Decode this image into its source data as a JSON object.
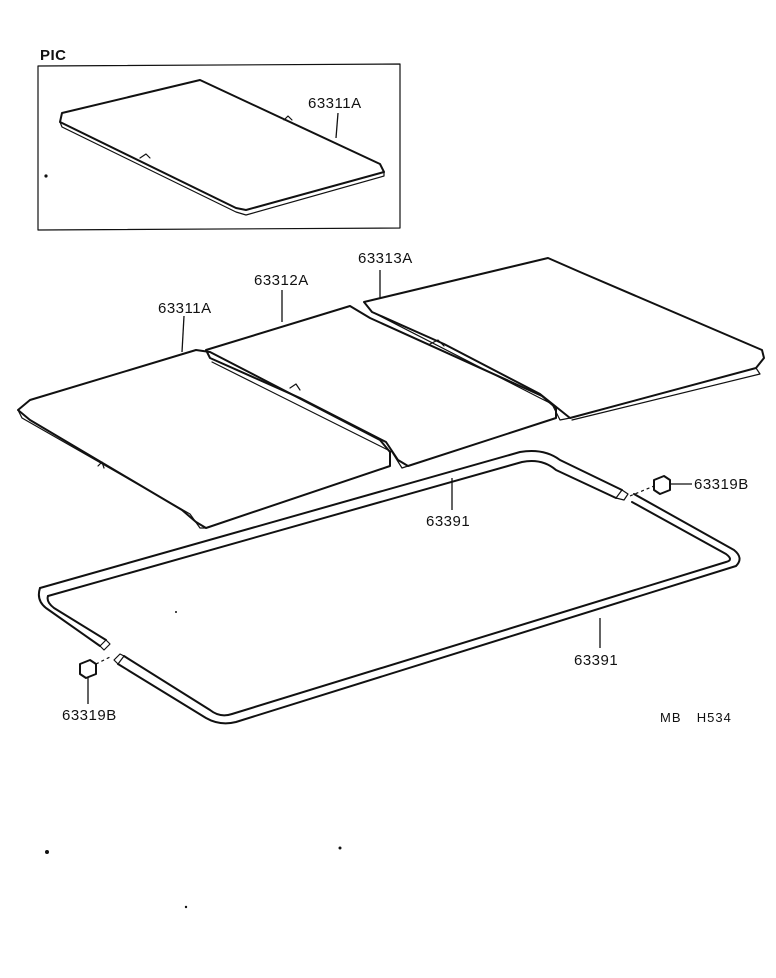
{
  "inset": {
    "title": "PIC",
    "part_label": "63311A"
  },
  "parts": {
    "panel_front": "63311A",
    "panel_middle": "63312A",
    "panel_rear": "63313A",
    "frame_upper": "63391",
    "frame_lower": "63391",
    "clip_right": "63319B",
    "clip_left": "63319B"
  },
  "reference": {
    "code": "MB",
    "number": "H534"
  }
}
